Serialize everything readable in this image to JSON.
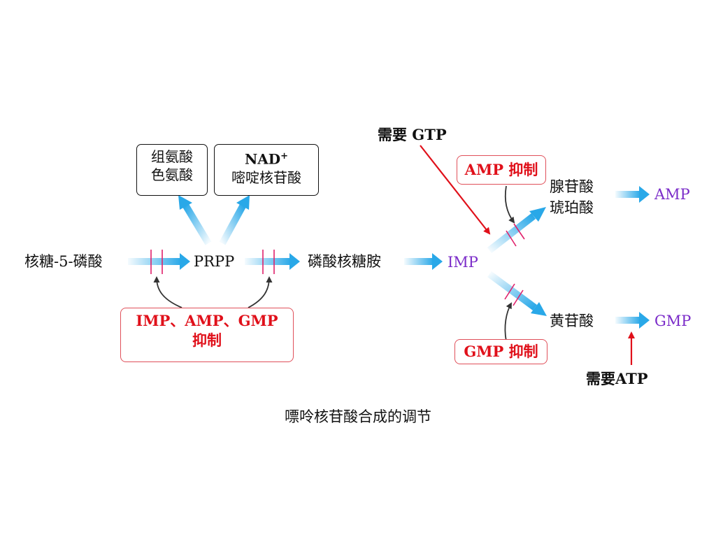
{
  "diagram": {
    "caption": "嘌呤核苷酸合成的调节",
    "nodes": {
      "ribose5p": "核糖-5-磷酸",
      "prpp": "PRPP",
      "pra": "磷酸核糖胺",
      "imp": "IMP",
      "adenylosuccinate_line1": "腺苷酸",
      "adenylosuccinate_line2": "琥珀酸",
      "amp": "AMP",
      "xmp": "黄苷酸",
      "gmp": "GMP"
    },
    "products_box1": {
      "line1": "组氨酸",
      "line2": "色氨酸"
    },
    "products_box2": {
      "line1": "NAD",
      "line1_sup": "+",
      "line2": "嘧啶核苷酸"
    },
    "inhibitors": {
      "prpp_block": {
        "line1": "IMP、AMP、GMP",
        "line2": "抑制"
      },
      "amp_block": "AMP 抑制",
      "gmp_block": "GMP 抑制"
    },
    "requirements": {
      "gtp": "需要 GTP",
      "atp": "需要ATP"
    },
    "colors": {
      "flow_arrow": "#29a8e8",
      "inhibit_mark": "#e0206a",
      "requirement_arrow": "#e0101a",
      "regulator_arrow": "#333333",
      "nucleotide_text": "#7b2cc9"
    }
  }
}
